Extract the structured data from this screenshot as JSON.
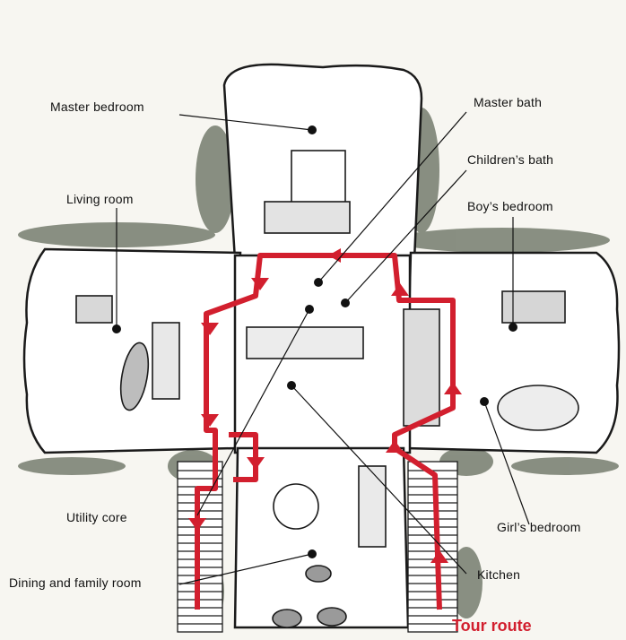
{
  "labels": {
    "master_bedroom": "Master bedroom",
    "master_bath": "Master bath",
    "childrens_bath": "Children’s bath",
    "living_room": "Living room",
    "boys_bedroom": "Boy’s bedroom",
    "utility_core": "Utility core",
    "dining_family_room": "Dining and family room",
    "girls_bedroom": "Girl’s bedroom",
    "kitchen": "Kitchen"
  },
  "tour_route": "Tour route",
  "colors": {
    "route": "#d21f2e",
    "ink": "#1a1a1a",
    "paper": "#f7f6f1",
    "foliage": "#3a4a2e"
  }
}
